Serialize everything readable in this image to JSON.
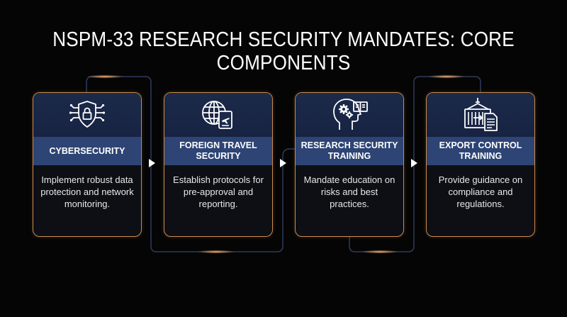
{
  "title": "NSPM-33 RESEARCH SECURITY MANDATES: CORE COMPONENTS",
  "colors": {
    "background": "#050505",
    "card_border": "#c98a4e",
    "card_header": "#1c2a4a",
    "label_band": "#2d4474",
    "connector": "#2e3b5c",
    "glow": "#f0a55a"
  },
  "cards": [
    {
      "icon": "shield-lock-circuit-icon",
      "label": "CYBERSECURITY",
      "description": "Implement robust data protection and network monitoring."
    },
    {
      "icon": "globe-passport-plane-icon",
      "label": "FOREIGN TRAVEL SECURITY",
      "description": "Establish protocols for pre-approval and reporting."
    },
    {
      "icon": "head-gears-book-icon",
      "label": "RESEARCH SECURITY TRAINING",
      "description": "Mandate education on risks and best practices."
    },
    {
      "icon": "cargo-container-document-icon",
      "label": "EXPORT CONTROL TRAINING",
      "description": "Provide guidance on compliance and regulations."
    }
  ]
}
